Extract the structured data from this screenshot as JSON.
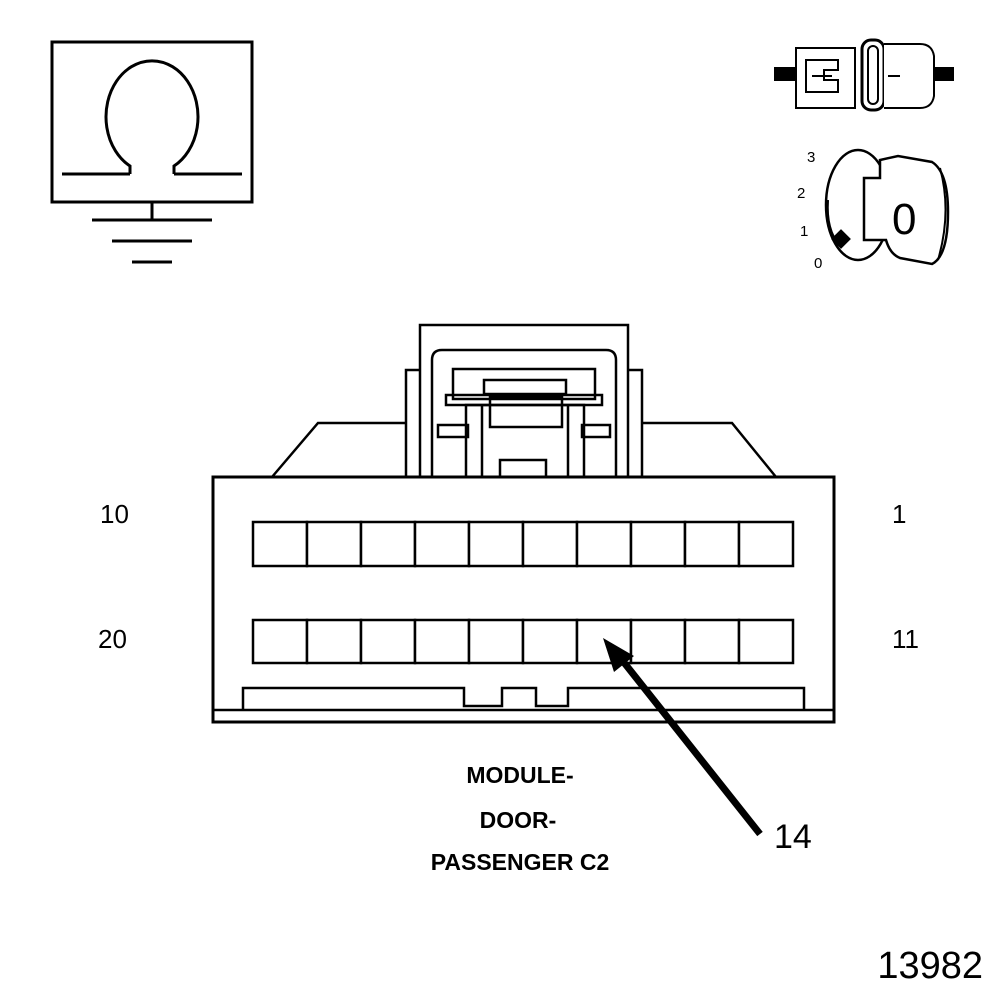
{
  "connector": {
    "name_lines": [
      "MODULE-",
      "DOOR-",
      "PASSENGER C2"
    ],
    "cavities_per_row": 10,
    "pin_labels": {
      "top_left": "10",
      "top_right": "1",
      "bottom_left": "20",
      "bottom_right": "11"
    }
  },
  "callout": {
    "label": "14"
  },
  "ignition_key": {
    "positions": [
      "3",
      "2",
      "1",
      "0"
    ],
    "key_face": "0"
  },
  "figure_number": "13982",
  "icons": {
    "ohmmeter": "ohmmeter-ground-icon",
    "connector": "disconnected-connector-icon",
    "ignition": "ignition-key-off-icon"
  }
}
